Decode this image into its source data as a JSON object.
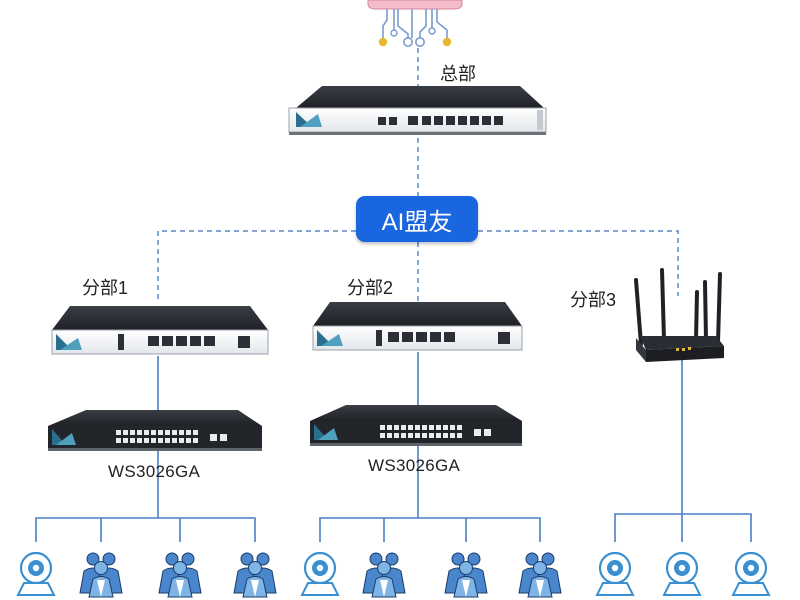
{
  "colors": {
    "dashed_link": "#5b88c7",
    "solid_link": "#4a7fc4",
    "hub_fill": "#1a66e0",
    "device_body": "#2a2d33",
    "device_face": "#f3f5f7",
    "device_accent": "#2a6f8f",
    "cloud_pink": "#f3bccb",
    "circuit_blue": "#7a9ccc",
    "circuit_gold": "#e6b830",
    "person_blue": "#4a86cc",
    "camera_ring": "#3a8fd0"
  },
  "labels": {
    "headquarters": "总部",
    "hub": "AI盟友",
    "branch1": "分部1",
    "branch2": "分部2",
    "branch3": "分部3",
    "switch1_model": "WS3026GA",
    "switch2_model": "WS3026GA"
  },
  "branch1_endpoints": [
    "camera-icon",
    "person-icon",
    "person-icon",
    "person-icon"
  ],
  "branch2_endpoints": [
    "camera-icon",
    "person-icon",
    "person-icon",
    "person-icon"
  ],
  "branch3_endpoints": [
    "camera-icon",
    "camera-icon",
    "camera-icon"
  ]
}
